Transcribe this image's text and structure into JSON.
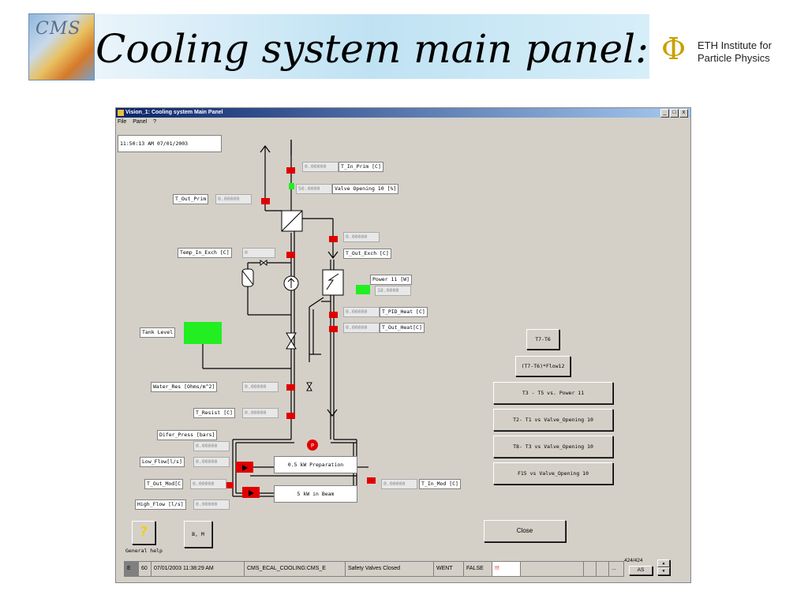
{
  "slide": {
    "title": "Cooling system main panel:",
    "cms_logo_text": "CMS",
    "eth_line1": "ETH Institute for",
    "eth_line2": "Particle Physics"
  },
  "window": {
    "title": "Vision_1: Cooling system Main Panel",
    "menu": [
      "File",
      "Panel",
      "?"
    ],
    "controls": [
      "_",
      "□",
      "x"
    ]
  },
  "clock": "11:50:13 AM  07/01/2003",
  "readouts": {
    "t_in_prim_value": "0.00000",
    "t_in_prim_label": "T_In_Prim [C]",
    "valve_value": "50.0000",
    "valve_label": "Valve Opening 10 [%]",
    "t_out_prim_label": "T_Out_Prim",
    "t_out_prim_value": "0.00000",
    "exch_value": "0.00000",
    "t_out_exch_label": "T_Out_Exch [C]",
    "temp_in_exch_label": "Temp_In_Exch [C]",
    "temp_in_exch_value": "0",
    "power_label": "Power 11 [W]",
    "power_value": "18.0000",
    "pid_value": "0.00000",
    "pid_label": "T_PID_Heat [C]",
    "out_heat_value": "0.00000",
    "out_heat_label": "T_Out_Heat[C]",
    "tank_label": "Tank Level",
    "water_res_label": "Water_Res [Ohms/m^2]",
    "water_res_value": "0.00000",
    "t_resist_label": "T_Resist [C]",
    "t_resist_value": "0.00000",
    "difer_label": "Difer_Press [bars]",
    "difer_value": "0.00000",
    "low_flow_label": "Low_Flow[l/s]",
    "low_flow_value": "0.00000",
    "t_out_mod_label": "T_Out_Mod[C",
    "t_out_mod_value": "0.00000",
    "high_flow_label": "High_Flow [l/s]",
    "high_flow_value": "0.00000",
    "t_in_mod_value": "0.00000",
    "t_in_mod_label": "T_In_Mod [C]",
    "prep_label": "0.5 kW Preparation",
    "beam_label": "5 kW in Beam",
    "pump_symbol": "P"
  },
  "buttons": {
    "t7_t6": "T7-T6",
    "t7_t6_flow": "(T7-T6)*Flow12",
    "t3_t5": "T3 - T5  vs. Power 11",
    "t2_t1": "T2- T1 vs Valve_Opening 10",
    "t8_t3": "T8- T3 vs Valve_Opening 10",
    "f15": "F15 vs Valve_Opening 10",
    "close": "Close",
    "help_icon": "?",
    "help_label": "General help",
    "bm": "B, M"
  },
  "status": {
    "e": "E",
    "num": "60",
    "datetime": "07/01/2003 11:38:29 AM",
    "system": "CMS_ECAL_COOLING:CMS_E",
    "message": "Safety Valves Closed",
    "went": "WENT",
    "false": "FALSE",
    "alert": "!!!",
    "more": "...",
    "count": "424/424",
    "as": "AS",
    "up": "▲",
    "down": "▼"
  },
  "colors": {
    "valve_red": "#e00000",
    "green": "#22ee22",
    "window_bg": "#d4d0c8",
    "titlebar": "#0a246a"
  },
  "icons": [
    "app-icon",
    "help-question-icon",
    "pump-arrow-icon",
    "heat-exchanger-icon",
    "heater-icon"
  ]
}
